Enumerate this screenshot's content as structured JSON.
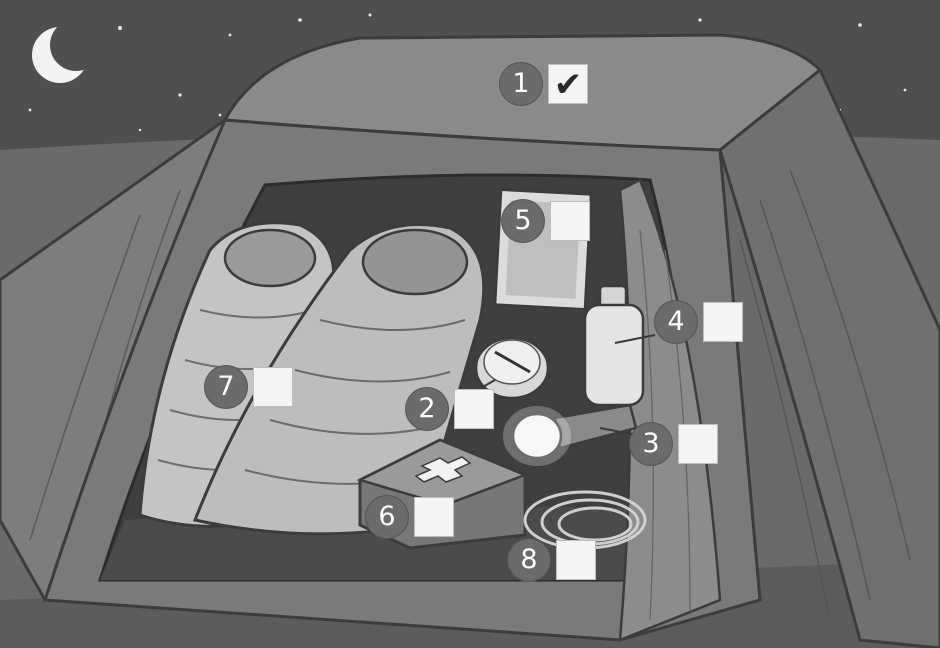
{
  "markers": [
    {
      "number": "1",
      "mark": "✔"
    },
    {
      "number": "2",
      "mark": ""
    },
    {
      "number": "3",
      "mark": ""
    },
    {
      "number": "4",
      "mark": ""
    },
    {
      "number": "5",
      "mark": ""
    },
    {
      "number": "6",
      "mark": ""
    },
    {
      "number": "7",
      "mark": ""
    },
    {
      "number": "8",
      "mark": ""
    }
  ]
}
